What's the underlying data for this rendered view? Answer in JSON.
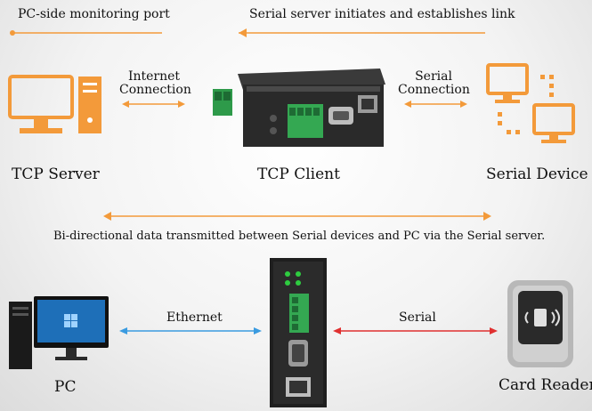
{
  "top_left_caption": "PC-side monitoring port",
  "top_right_caption": "Serial server initiates and establishes link",
  "internet_connection": "Internet\nConnection",
  "serial_connection": "Serial\nConnection",
  "tcp_server": "TCP Server",
  "tcp_client": "TCP Client",
  "serial_device": "Serial Device",
  "bidirectional_caption": "Bi-directional data transmitted between Serial devices and PC via the Serial server.",
  "ethernet": "Ethernet",
  "serial": "Serial",
  "pc": "PC",
  "card_reader": "Card Reader",
  "colors": {
    "orange": "#f39a3a",
    "blue": "#3a9be0",
    "red": "#e03030"
  },
  "icons": [
    "tcp-server-computer-icon",
    "serial-devices-icon",
    "serial-server-device-icon",
    "desktop-pc-icon",
    "card-reader-icon"
  ]
}
